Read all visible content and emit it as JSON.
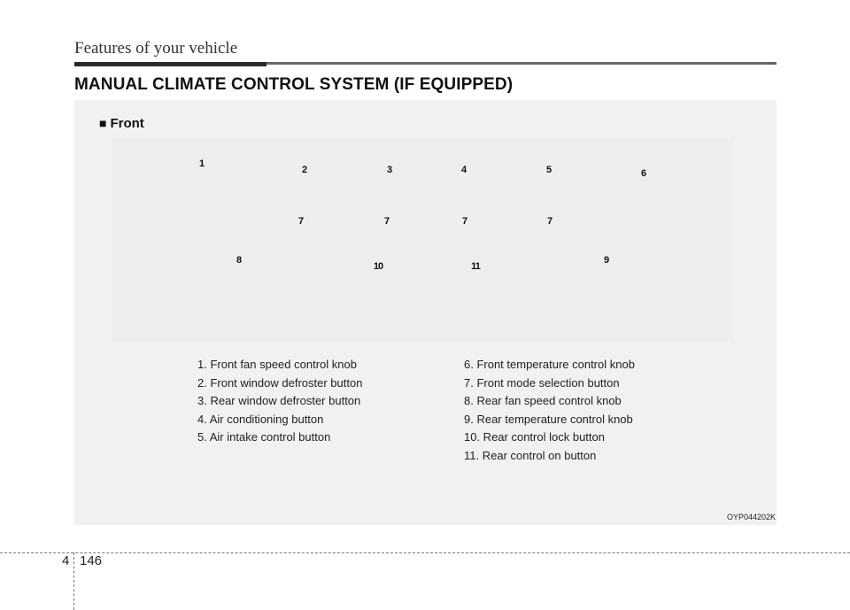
{
  "header": {
    "title": "Features of your vehicle"
  },
  "section": {
    "title": "MANUAL CLIMATE CONTROL SYSTEM (IF EQUIPPED)"
  },
  "figure": {
    "subheading_marker": "■",
    "subheading": "Front",
    "callouts": [
      "1",
      "2",
      "3",
      "4",
      "5",
      "6",
      "7",
      "7",
      "7",
      "7",
      "8",
      "10",
      "11",
      "9"
    ],
    "code": "OYP044202K"
  },
  "legend": {
    "left": [
      "1. Front fan speed control knob",
      "2. Front window defroster button",
      "3. Rear window defroster button",
      "4. Air conditioning button",
      "5. Air intake control button"
    ],
    "right": [
      "6. Front temperature control knob",
      "7. Front mode selection button",
      "8. Rear fan speed control knob",
      "9. Rear temperature control knob",
      "10. Rear control lock button",
      "11. Rear control on button"
    ]
  },
  "footer": {
    "chapter": "4",
    "page": "146"
  }
}
